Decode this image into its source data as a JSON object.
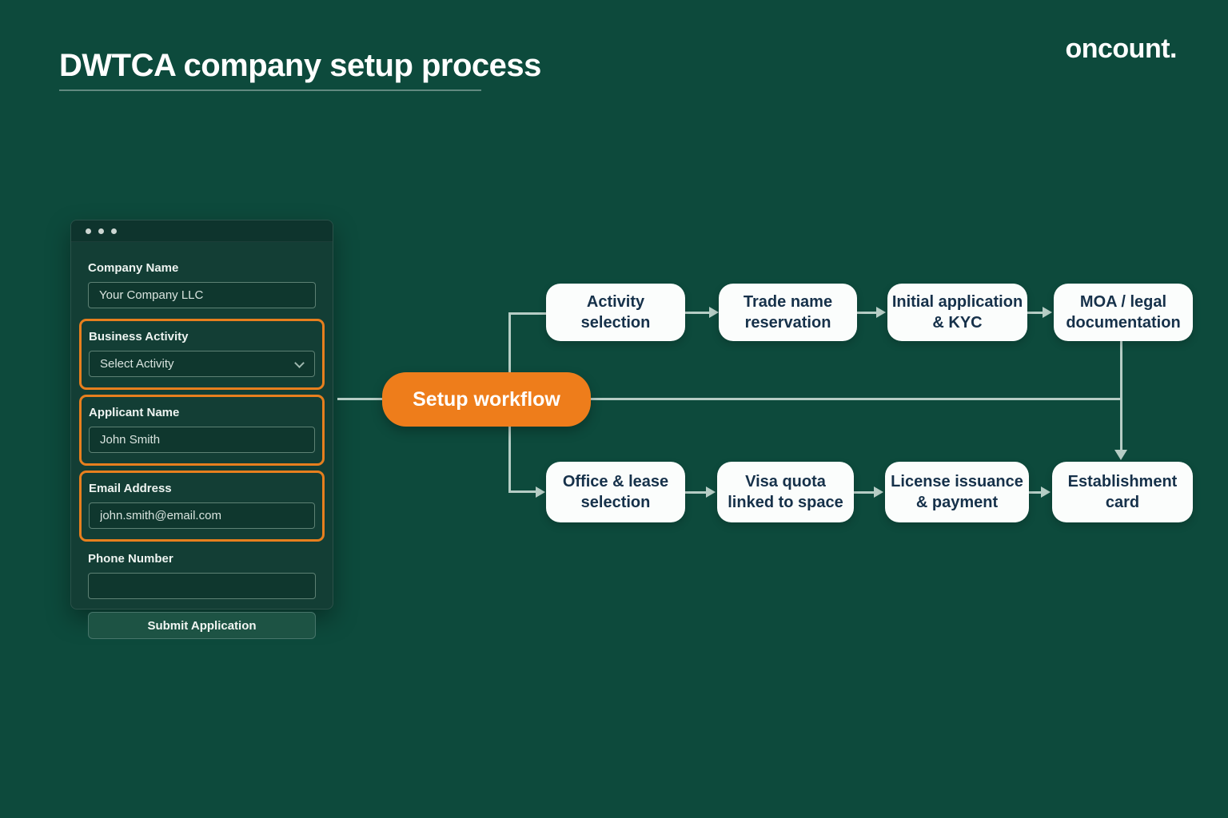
{
  "header": {
    "title": "DWTCA company setup process",
    "brand": "oncount."
  },
  "form": {
    "company_name": {
      "label": "Company Name",
      "value": "Your Company LLC"
    },
    "business_activity": {
      "label": "Business Activity",
      "value": "Select Activity"
    },
    "applicant_name": {
      "label": "Applicant Name",
      "value": "John Smith"
    },
    "email_address": {
      "label": "Email Address",
      "value": "john.smith@email.com"
    },
    "phone_number": {
      "label": "Phone Number",
      "value": ""
    },
    "submit_label": "Submit Application"
  },
  "workflow": {
    "root_label": "Setup workflow",
    "top_branch": [
      {
        "label": "Activity selection",
        "lines": [
          "Activity",
          "selection"
        ]
      },
      {
        "label": "Trade name reservation",
        "lines": [
          "Trade name",
          "reservation"
        ]
      },
      {
        "label": "Initial application & KYC",
        "lines": [
          "Initial application",
          "& KYC"
        ]
      },
      {
        "label": "MOA / legal documentation",
        "lines": [
          "MOA / legal",
          "documentation"
        ]
      }
    ],
    "bottom_branch": [
      {
        "label": "Office & lease selection",
        "lines": [
          "Office & lease",
          "selection"
        ]
      },
      {
        "label": "Visa quota linked to space",
        "lines": [
          "Visa quota",
          "linked to space"
        ]
      },
      {
        "label": "License issuance & payment",
        "lines": [
          "License issuance",
          "& payment"
        ]
      },
      {
        "label": "Establishment card",
        "lines": [
          "Establishment",
          "card"
        ]
      }
    ]
  },
  "colors": {
    "background": "#0d4a3c",
    "accent_orange": "#ee7d1b",
    "highlight_outline": "#e77f1e",
    "connector": "#b6cdc5",
    "flow_box_bg": "#fbfdfc",
    "flow_box_text": "#16314a"
  }
}
